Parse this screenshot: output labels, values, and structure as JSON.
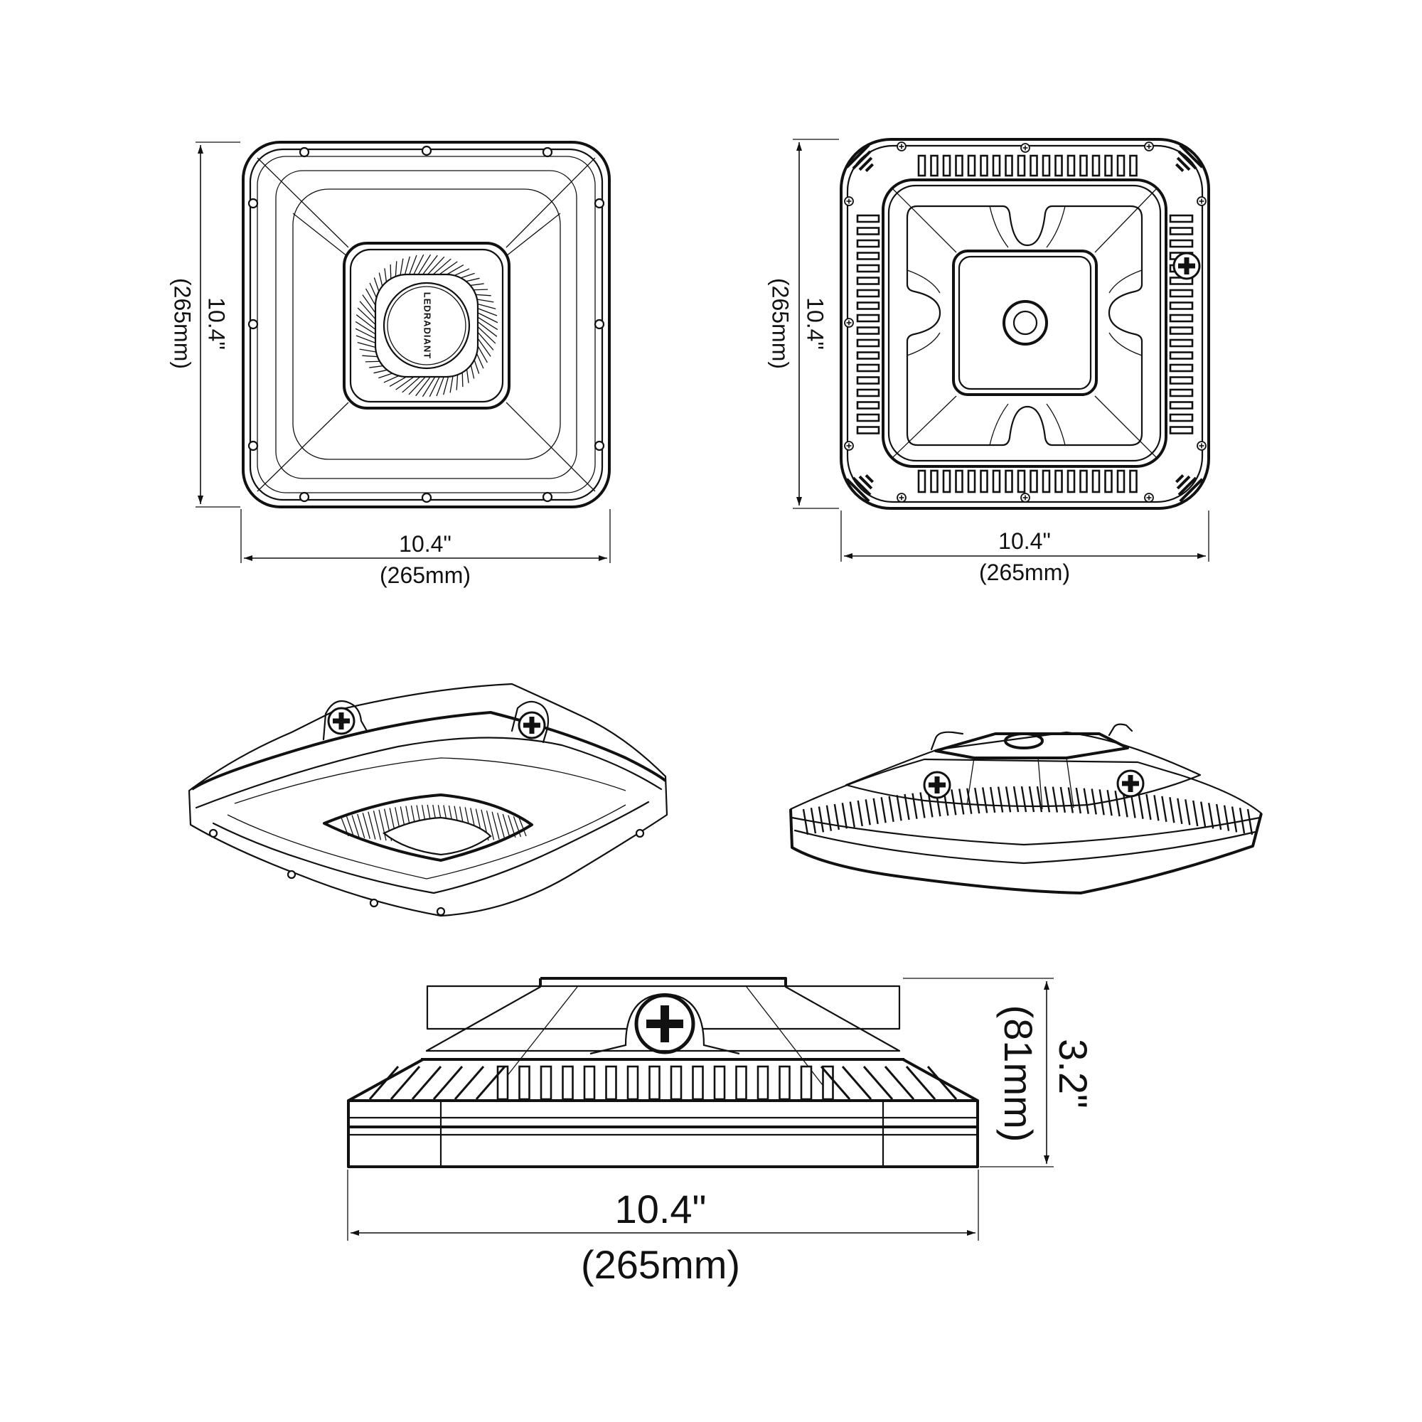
{
  "views": {
    "top_left": {
      "height_in": "10.4\"",
      "height_mm": "(265mm)",
      "width_in": "10.4\"",
      "width_mm": "(265mm)",
      "logo_text": "LEDRADIANT"
    },
    "top_right": {
      "height_in": "10.4\"",
      "height_mm": "(265mm)",
      "width_in": "10.4\"",
      "width_mm": "(265mm)"
    },
    "side": {
      "width_in": "10.4\"",
      "width_mm": "(265mm)",
      "height_in": "3.2\"",
      "height_mm": "(81mm)"
    }
  },
  "colors": {
    "line": "#111111",
    "background": "#ffffff"
  }
}
